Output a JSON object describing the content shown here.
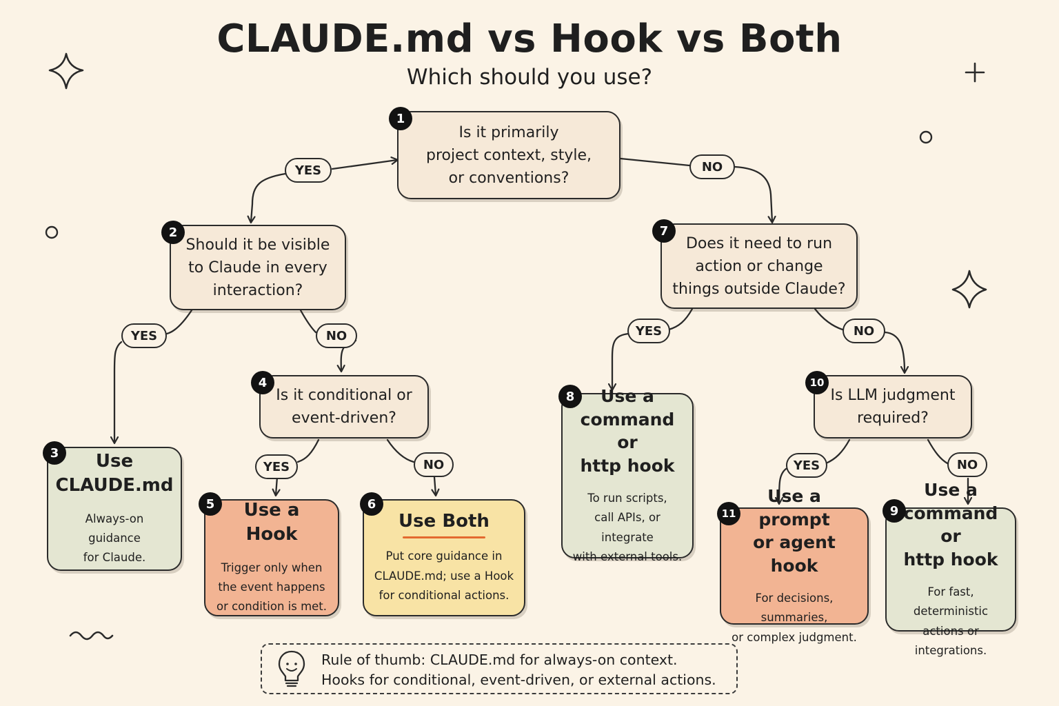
{
  "title": "CLAUDE.md vs Hook vs Both",
  "subtitle": "Which should you use?",
  "colors": {
    "background": "#fbf3e6",
    "question_fill": "#f6e9d8",
    "claude_md_fill": "#e4e6d2",
    "hook_fill": "#f2b493",
    "both_fill": "#f8e3a5",
    "underline_accent": "#e3692f",
    "ink": "#2a2a2a"
  },
  "decorations": [
    "four-point-star-icon",
    "plus-icon",
    "circle-icon",
    "squiggle-icon",
    "lightbulb-icon"
  ],
  "nodes": {
    "n1": {
      "badge": "1",
      "lines": [
        "Is it primarily",
        "project context, style,",
        "or conventions?"
      ]
    },
    "n2": {
      "badge": "2",
      "lines": [
        "Should it be visible",
        "to Claude in every",
        "interaction?"
      ]
    },
    "n3": {
      "badge": "3",
      "title": [
        "Use",
        "CLAUDE.md"
      ],
      "desc": [
        "Always-on guidance",
        "for Claude."
      ]
    },
    "n4": {
      "badge": "4",
      "lines": [
        "Is it conditional or",
        "event-driven?"
      ]
    },
    "n5": {
      "badge": "5",
      "title": [
        "Use a Hook"
      ],
      "desc": [
        "Trigger only when",
        "the event happens",
        "or condition is met."
      ]
    },
    "n6": {
      "badge": "6",
      "title": [
        "Use Both"
      ],
      "desc": [
        "Put core guidance in",
        "CLAUDE.md; use a Hook",
        "for conditional actions."
      ]
    },
    "n7": {
      "badge": "7",
      "lines": [
        "Does it need to run",
        "action or change",
        "things outside Claude?"
      ]
    },
    "n8": {
      "badge": "8",
      "title": [
        "Use a",
        "command or",
        "http hook"
      ],
      "desc": [
        "To run scripts,",
        "call APIs, or integrate",
        "with external tools."
      ]
    },
    "n9": {
      "badge": "9",
      "title": [
        "Use a",
        "command or",
        "http hook"
      ],
      "desc": [
        "For fast, deterministic",
        "actions or integrations."
      ]
    },
    "n10": {
      "badge": "10",
      "lines": [
        "Is LLM judgment",
        "required?"
      ]
    },
    "n11": {
      "badge": "11",
      "title": [
        "Use a prompt",
        "or agent hook"
      ],
      "desc": [
        "For decisions, summaries,",
        "or complex judgment."
      ]
    }
  },
  "branch_labels": {
    "yes": "YES",
    "no": "NO"
  },
  "tip": {
    "lines": [
      "Rule of thumb: CLAUDE.md for always-on context.",
      "Hooks for conditional, event-driven, or external actions."
    ]
  }
}
